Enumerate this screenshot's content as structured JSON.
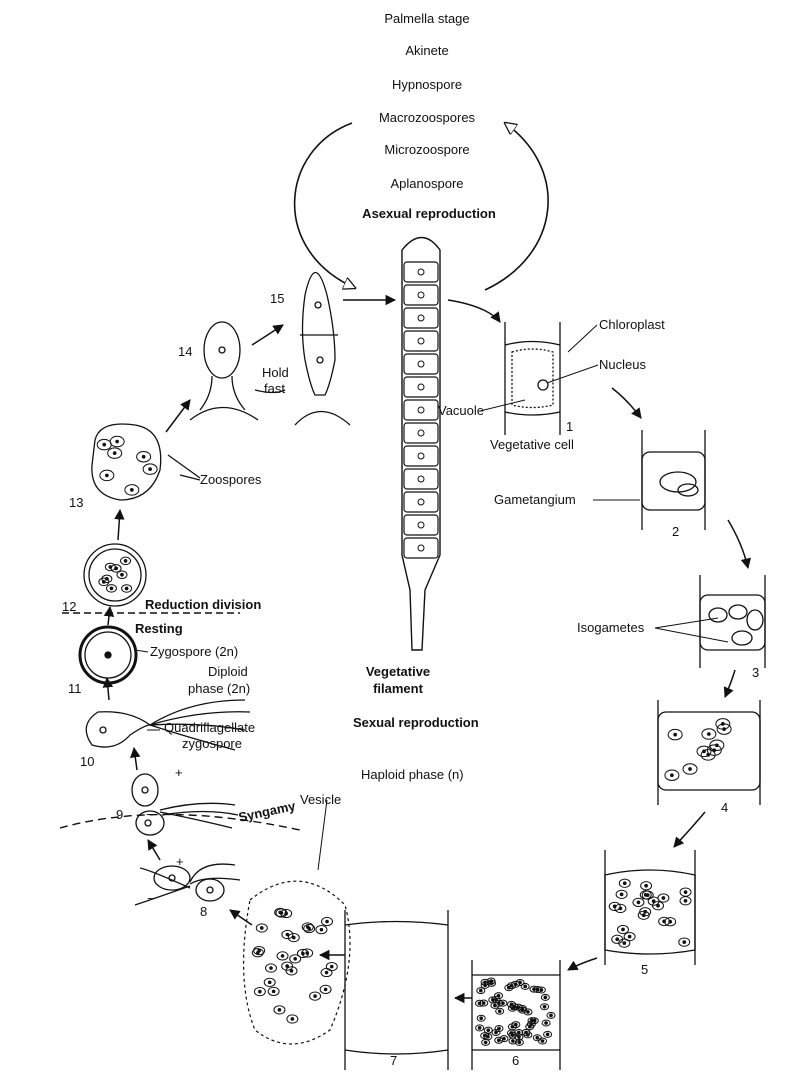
{
  "asexual": {
    "items": [
      "Palmella stage",
      "Akinete",
      "Hypnospore",
      "Macrozoospores",
      "Microzoospore",
      "Aplanospore"
    ],
    "title": "Asexual reproduction"
  },
  "labels": {
    "chloroplast": "Chloroplast",
    "nucleus": "Nucleus",
    "vacuole": "Vacuole",
    "vegetative_cell": "Vegetative cell",
    "gametangium": "Gametangium",
    "isogametes": "Isogametes",
    "vesicle": "Vesicle",
    "syngamy": "Syngamy",
    "quadriflagellate_1": "Quadriflagellate",
    "quadriflagellate_2": "zygospore",
    "diploid_1": "Diploid",
    "diploid_2": "phase (2n)",
    "zygospore": "Zygospore (2n)",
    "resting": "Resting",
    "reduction": "Reduction division",
    "zoospores": "Zoospores",
    "holdfast_1": "Hold",
    "holdfast_2": "fast",
    "veg_filament_1": "Vegetative",
    "veg_filament_2": "filament",
    "sexual": "Sexual reproduction",
    "haploid": "Haploid phase (n)",
    "plus_1": "+",
    "minus_1": "−",
    "plus_2": "+",
    "minus_2": "−"
  },
  "stages": [
    "1",
    "2",
    "3",
    "4",
    "5",
    "6",
    "7",
    "8",
    "9",
    "10",
    "11",
    "12",
    "13",
    "14",
    "15"
  ]
}
